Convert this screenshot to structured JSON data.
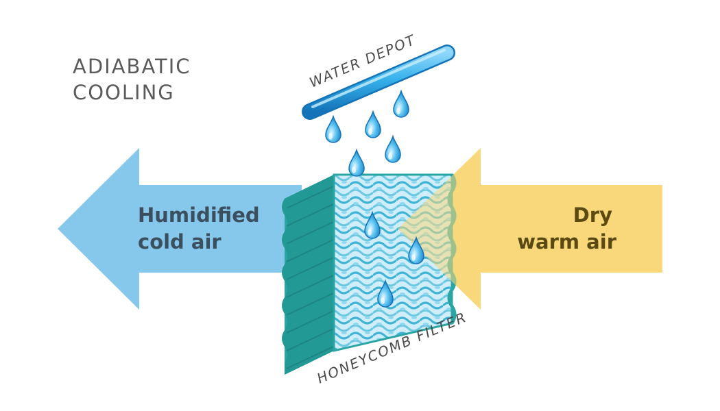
{
  "title": {
    "line1": "ADIABATIC",
    "line2": "COOLING"
  },
  "water_depot_label": "WATER DEPOT",
  "filter_label": "HONEYCOMB FILTER",
  "left_arrow": {
    "line1": "Humidified",
    "line2": "cold air"
  },
  "right_arrow": {
    "line1": "Dry",
    "line2": "warm air"
  },
  "icons": [
    "water-pipe-icon",
    "water-drop-icon",
    "honeycomb-filter-icon",
    "left-arrow-icon",
    "right-arrow-icon"
  ],
  "colors": {
    "cold_arrow": "#86c8ec",
    "warm_arrow": "#f9d87c",
    "filter": "#2aa5a3",
    "water": "#2fa9e6",
    "label_dark": "#3b4f5e"
  }
}
